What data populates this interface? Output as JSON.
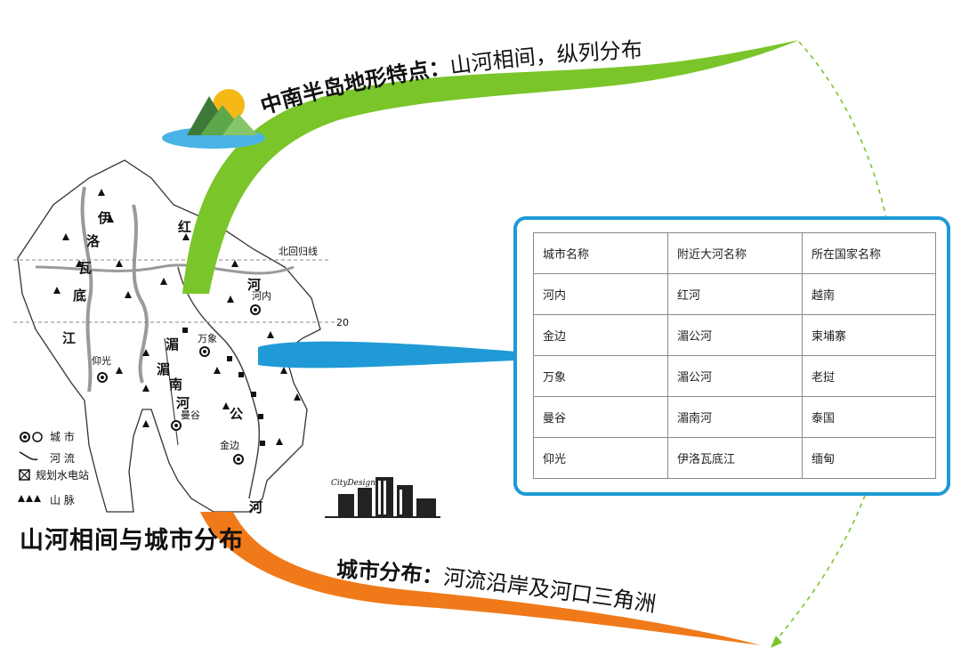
{
  "top_heading": {
    "topic": "中南半岛地形特点：",
    "detail": "山河相间，纵列分布"
  },
  "bottom_heading": {
    "topic": "城市分布：",
    "detail": "河流沿岸及河口三角洲"
  },
  "main_title": "山河相间与城市分布",
  "city_design_label": "CityDesign",
  "map": {
    "tropic_label": "北回归线",
    "latitude_label": "20",
    "river_labels": [
      "伊",
      "洛",
      "瓦",
      "底",
      "江",
      "红",
      "河",
      "湄",
      "湄",
      "南",
      "河",
      "公",
      "河"
    ],
    "city_labels": [
      "河内",
      "万象",
      "仰光",
      "曼谷",
      "金边"
    ],
    "legend": [
      {
        "label": "城   市",
        "icon": "city-symbol-icon"
      },
      {
        "label": "河   流",
        "icon": "river-symbol-icon"
      },
      {
        "label": "规划水电站",
        "icon": "hydropower-symbol-icon"
      },
      {
        "label": "山   脉",
        "icon": "mountain-symbol-icon"
      }
    ]
  },
  "table": {
    "header": [
      "城市名称",
      "附近大河名称",
      "所在国家名称"
    ],
    "rows": [
      [
        "河内",
        "红河",
        "越南"
      ],
      [
        "金边",
        "湄公河",
        "柬埔寨"
      ],
      [
        "万象",
        "湄公河",
        "老挝"
      ],
      [
        "曼谷",
        "湄南河",
        "泰国"
      ],
      [
        "仰光",
        "伊洛瓦底江",
        "缅甸"
      ]
    ]
  },
  "colors": {
    "green_branch": "#7ac52a",
    "orange_branch": "#f07a1a",
    "blue_connector": "#1f9ad6",
    "dashed_green": "#7ac52a"
  }
}
